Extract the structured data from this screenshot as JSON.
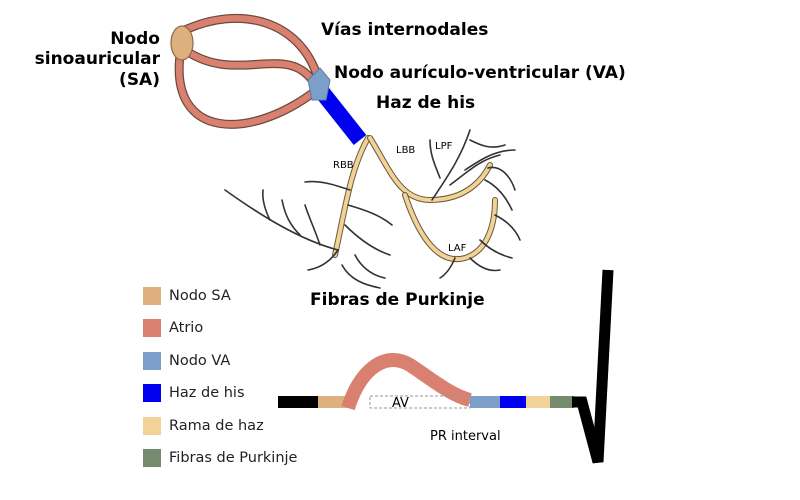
{
  "labels": {
    "sa_node": [
      "Nodo",
      "sinoauricular",
      "(SA)"
    ],
    "internodal": "Vías internodales",
    "av_node": "Nodo aurículo-ventricular (VA)",
    "his": "Haz de his",
    "rbb": "RBB",
    "lbb": "LBB",
    "lpf": "LPF",
    "laf": "LAF",
    "purkinje": "Fibras de Purkinje",
    "av_segment": "AV",
    "pr_interval": "PR interval"
  },
  "legend": [
    {
      "key": "sa",
      "label": "Nodo SA",
      "color": "#ddb07e"
    },
    {
      "key": "atrium",
      "label": "Atrio",
      "color": "#d98070"
    },
    {
      "key": "av",
      "label": "Nodo VA",
      "color": "#7c9fca"
    },
    {
      "key": "his",
      "label": "Haz de his",
      "color": "#0000ee"
    },
    {
      "key": "bundle",
      "label": "Rama de haz",
      "color": "#f1d298"
    },
    {
      "key": "purkinje",
      "label": "Fibras de Purkinje",
      "color": "#768a6d"
    }
  ],
  "colors": {
    "sa": "#ddb07e",
    "atrium": "#d98070",
    "av": "#7c9fca",
    "his": "#0000ee",
    "bundle": "#f1d298",
    "purkinje": "#768a6d",
    "outline": "#6b4a3a",
    "fibers": "#333333",
    "ecg": "#000000"
  }
}
